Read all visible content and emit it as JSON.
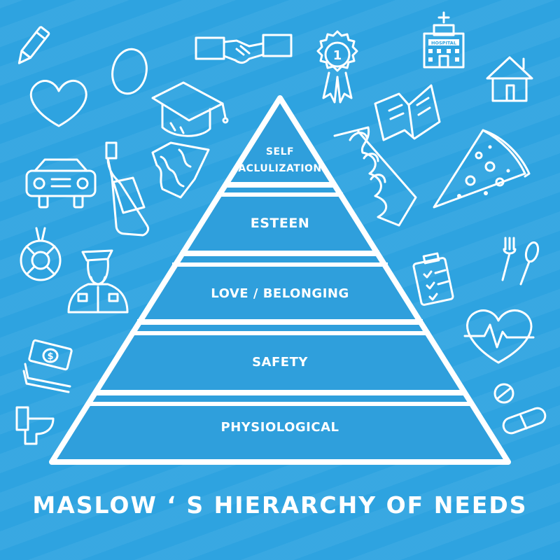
{
  "title": "MASLOW ‘ S HIERARCHY OF NEEDS",
  "colors": {
    "background": "#2ea3e0",
    "pyramid_fill": "#2f9fdc",
    "outline": "#ffffff"
  },
  "levels": {
    "self_line1": "SELF",
    "self_line2": "ACLULIZATION",
    "esteem": "ESTEEN",
    "love": "LOVE / BELONGING",
    "safety": "SAFETY",
    "physiological": "PHYSIOLOGICAL"
  },
  "icon_text": {
    "medal_number": "1",
    "hospital_label": "HOSPITAL",
    "money_symbol": "$"
  },
  "icons": [
    "pencil-icon",
    "egg-icon",
    "heart-icon",
    "handshake-icon",
    "graduation-cap-icon",
    "medal-icon",
    "hospital-icon",
    "house-icon",
    "book-icon",
    "toe-separator-icon",
    "pizza-icon",
    "car-icon",
    "bottle-icon",
    "map-icon",
    "lifebuoy-icon",
    "police-officer-icon",
    "clipboard-icon",
    "cutlery-icon",
    "heartbeat-icon",
    "money-icon",
    "toilet-icon",
    "pills-icon"
  ]
}
